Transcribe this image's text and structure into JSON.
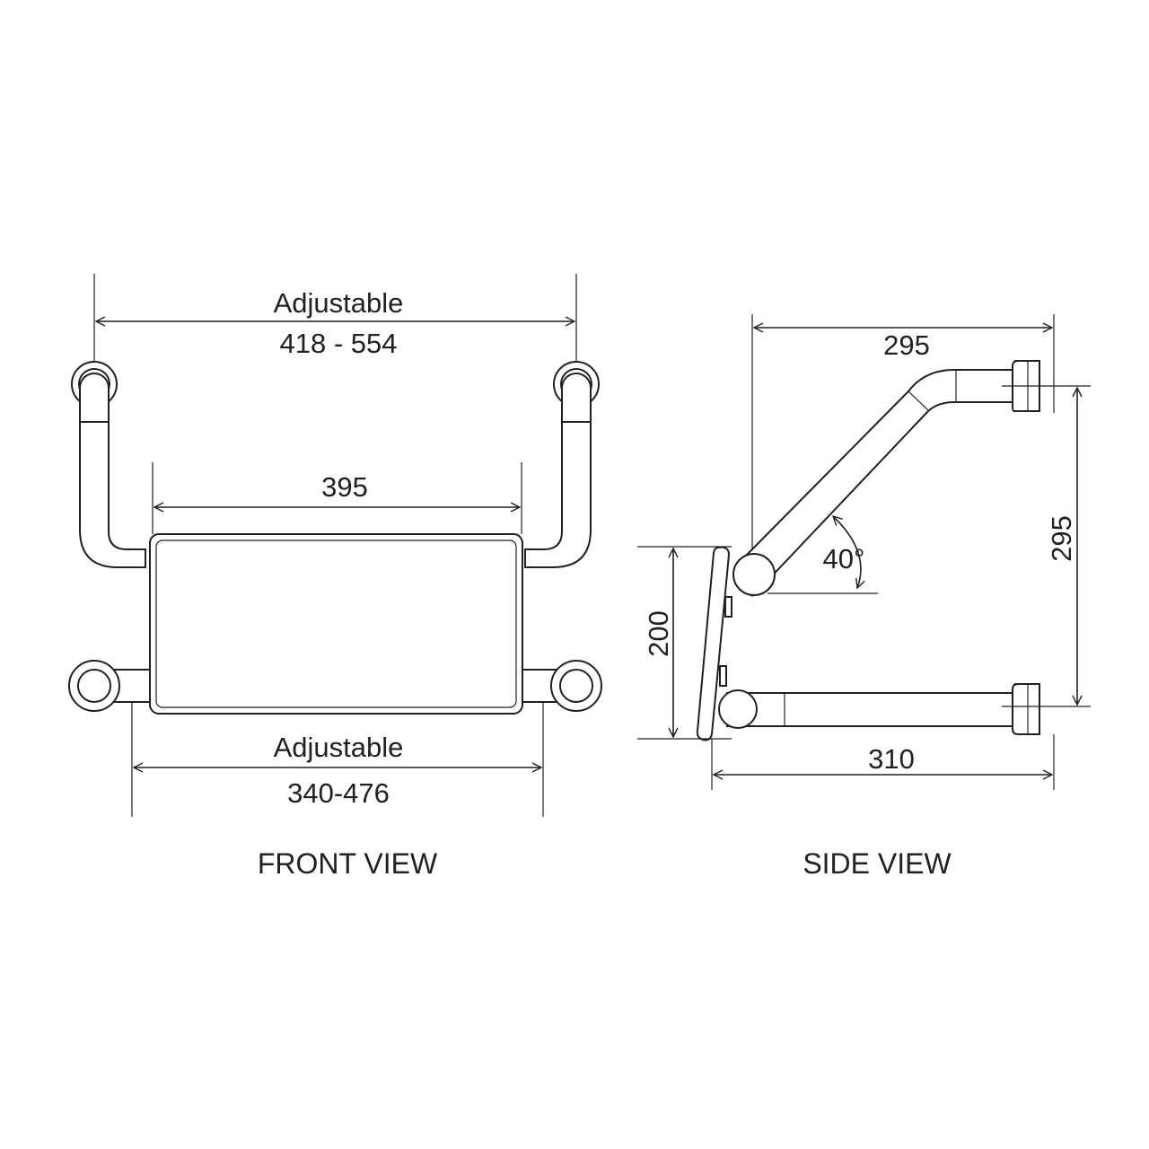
{
  "front_view": {
    "title": "FRONT VIEW",
    "top_dimension": {
      "label": "Adjustable",
      "value": "418 - 554"
    },
    "backrest_width": {
      "value": "395"
    },
    "bottom_dimension": {
      "label": "Adjustable",
      "value": "340-476"
    }
  },
  "side_view": {
    "title": "SIDE VIEW",
    "top_depth": {
      "value": "295"
    },
    "vertical_height": {
      "value": "295"
    },
    "backrest_height": {
      "value": "200"
    },
    "angle": {
      "value": "40°"
    },
    "bottom_depth": {
      "value": "310"
    }
  },
  "colors": {
    "line": "#231f20",
    "background": "#ffffff"
  }
}
